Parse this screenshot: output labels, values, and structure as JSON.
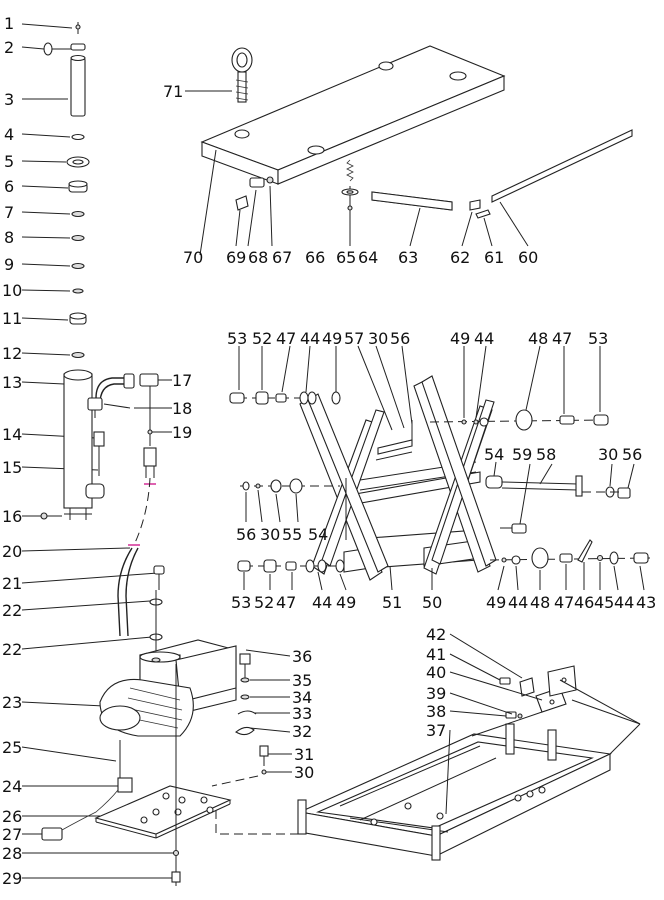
{
  "diagram": {
    "left_column_labels": [
      "1",
      "2",
      "3",
      "4",
      "5",
      "6",
      "7",
      "8",
      "9",
      "10",
      "11",
      "12",
      "13",
      "14",
      "15",
      "16",
      "20",
      "21",
      "22",
      "22",
      "23",
      "25",
      "24",
      "26",
      "27",
      "28",
      "29"
    ],
    "top_labels": [
      "71",
      "70",
      "69",
      "68",
      "67",
      "66",
      "65",
      "64",
      "63",
      "62",
      "61",
      "60"
    ],
    "mid_top_labels": [
      "53",
      "52",
      "47",
      "44",
      "49",
      "57",
      "30",
      "56",
      "49",
      "44",
      "48",
      "47",
      "53"
    ],
    "hydraulic_labels": [
      "17",
      "18",
      "19"
    ],
    "mid_right_labels": [
      "54",
      "59",
      "58",
      "30",
      "56"
    ],
    "mid_left_labels": [
      "56",
      "30",
      "55",
      "54"
    ],
    "mid_bottom_labels": [
      "53",
      "52",
      "47",
      "44",
      "49",
      "51",
      "50",
      "49",
      "44",
      "48",
      "47",
      "46",
      "45",
      "44",
      "43"
    ],
    "pump_labels": [
      "36",
      "35",
      "34",
      "33",
      "32",
      "31",
      "30"
    ],
    "base_labels": [
      "42",
      "41",
      "40",
      "39",
      "38",
      "37"
    ]
  }
}
